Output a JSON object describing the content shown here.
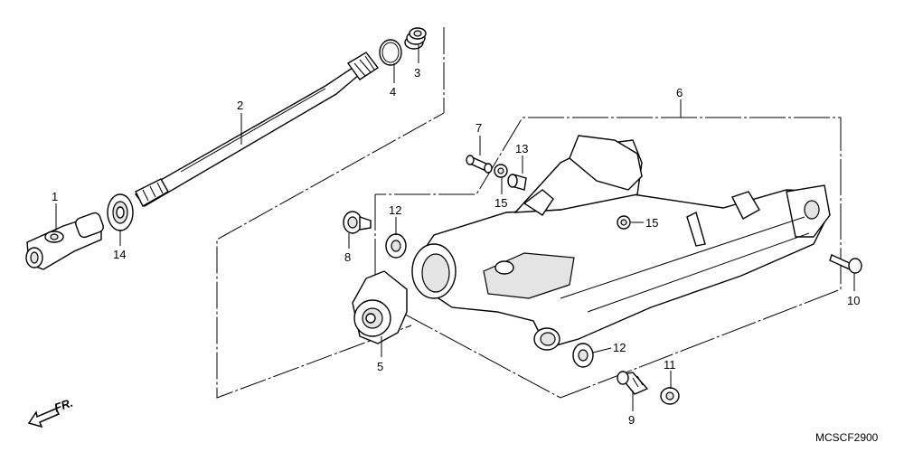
{
  "diagram": {
    "code": "MCSCF2900",
    "direction_label": "FR.",
    "callouts": [
      "1",
      "2",
      "3",
      "4",
      "5",
      "6",
      "7",
      "8",
      "9",
      "10",
      "11",
      "12",
      "12",
      "13",
      "14",
      "15",
      "15"
    ]
  }
}
